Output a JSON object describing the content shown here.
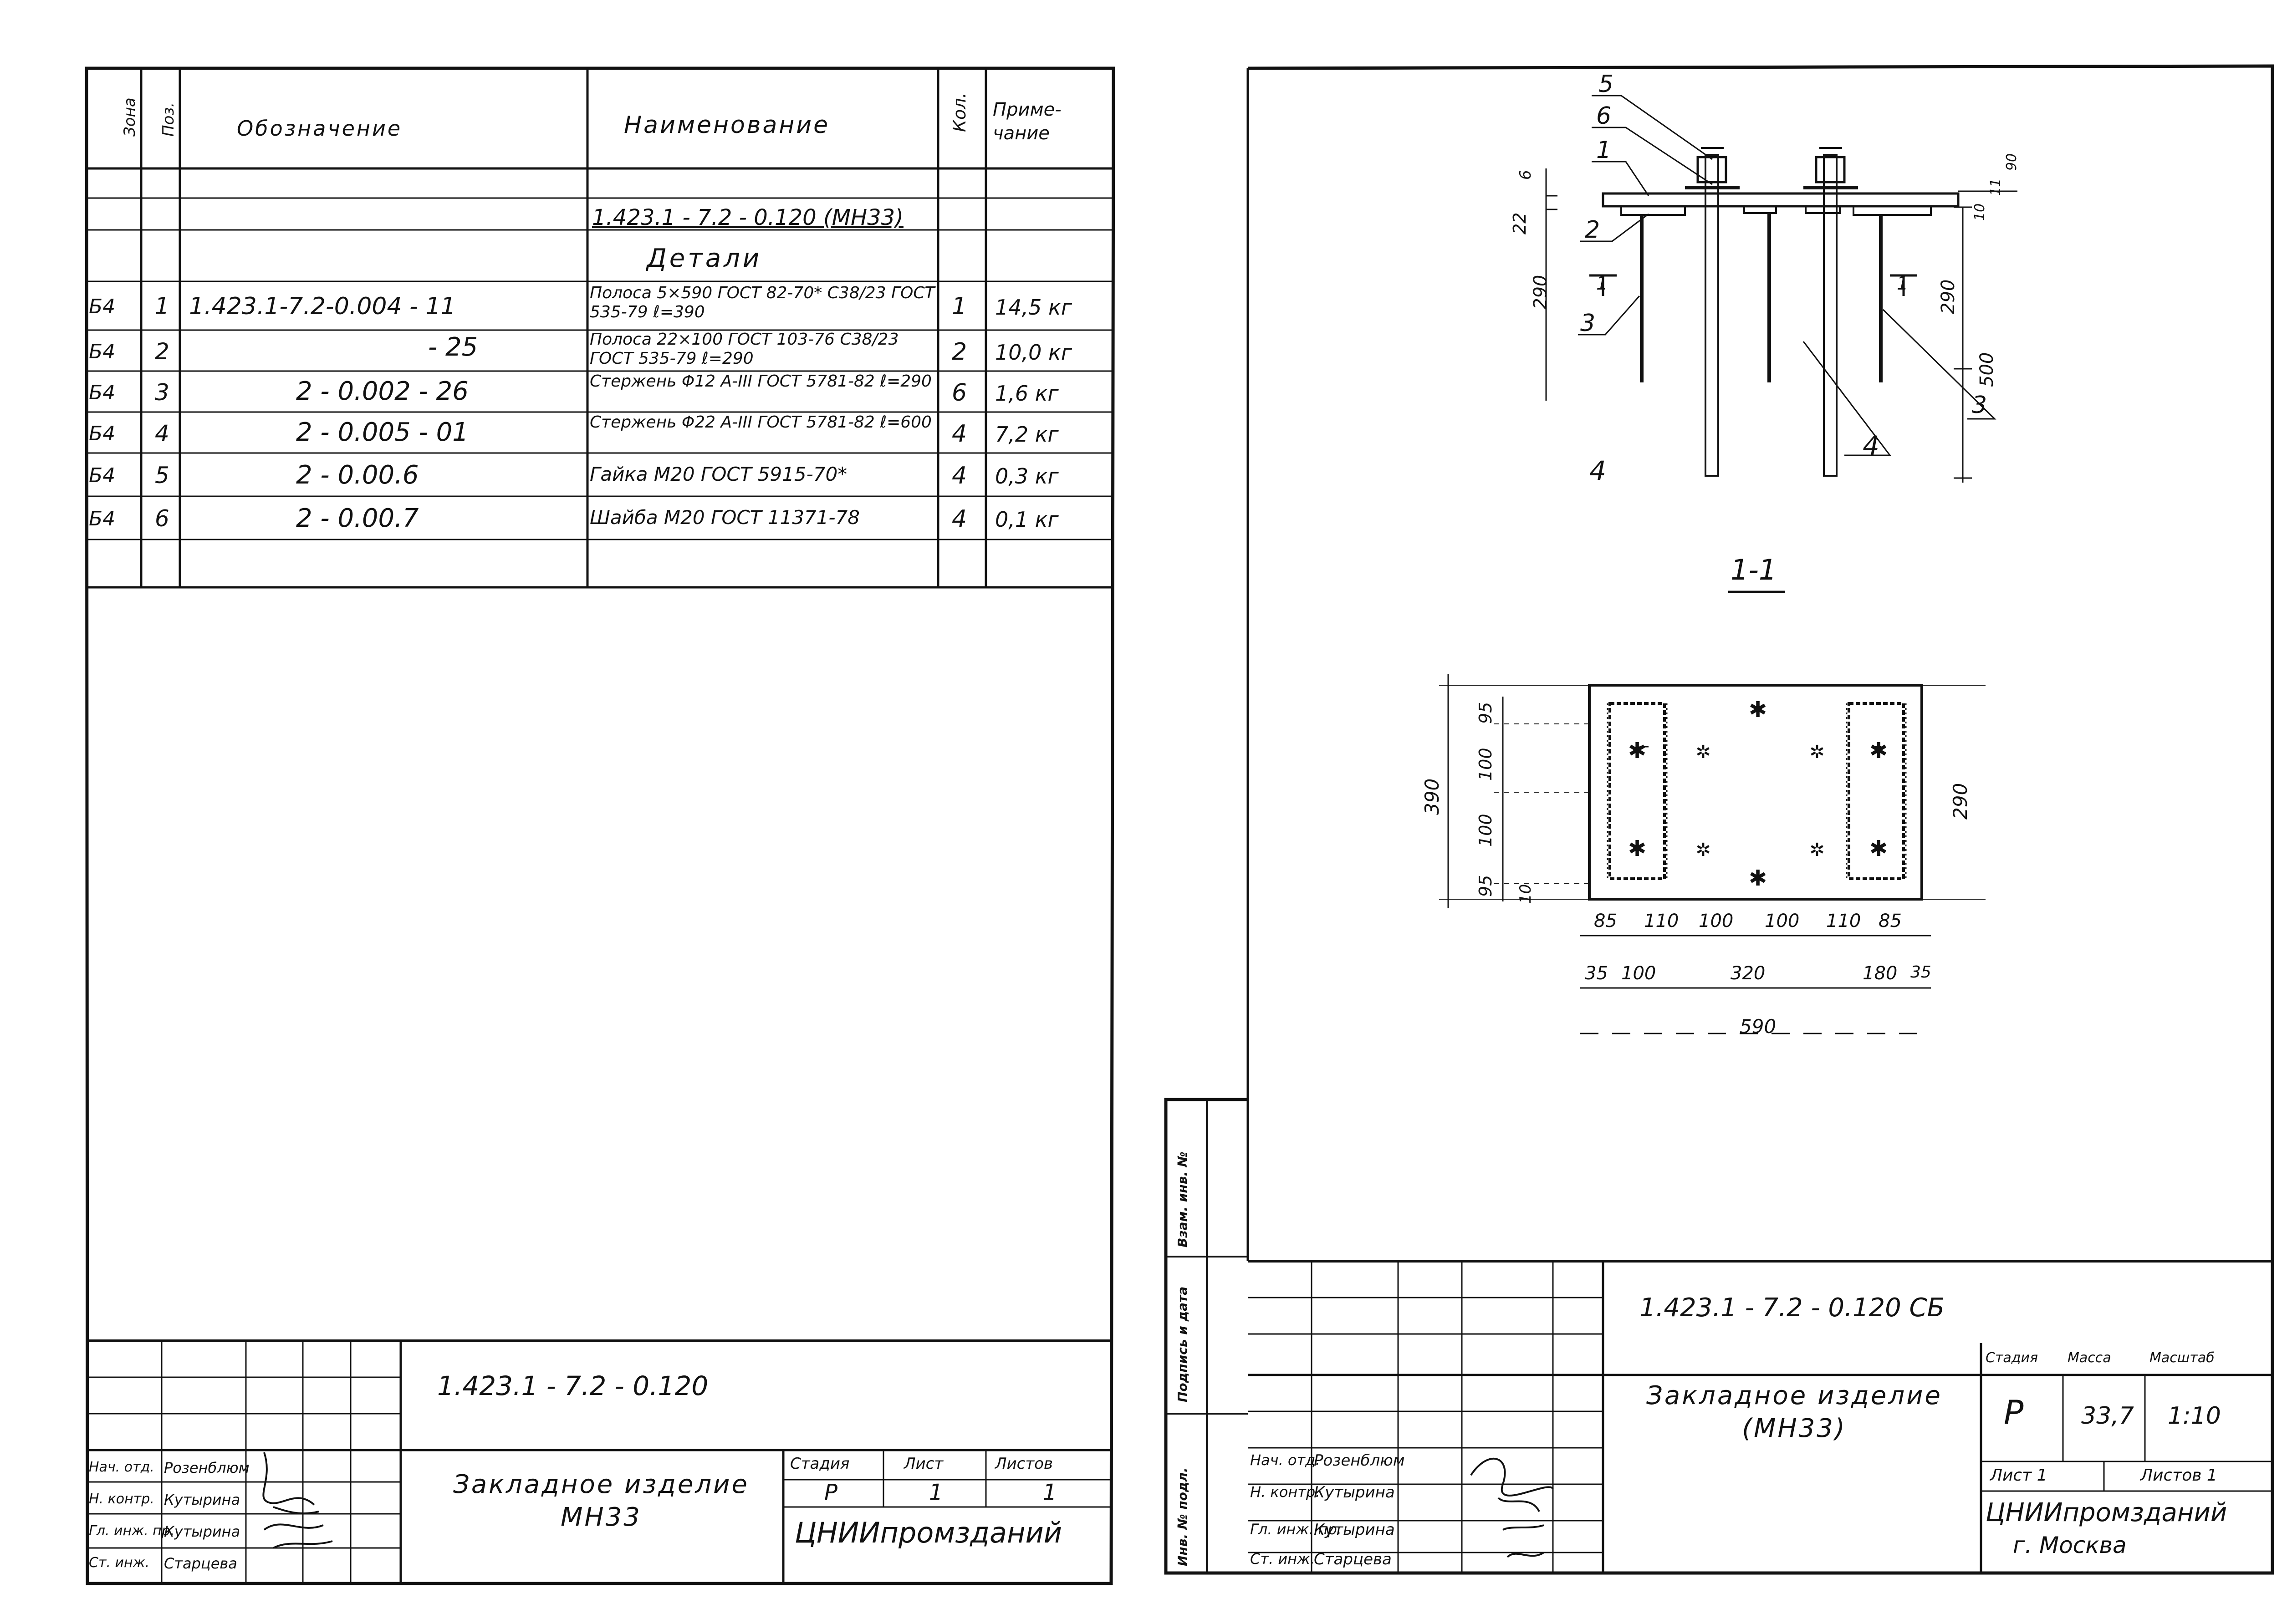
{
  "left_sheet": {
    "spec_header": {
      "zone": "Зона",
      "pos": "Поз.",
      "designation": "Обозначение",
      "name": "Наименование",
      "qty": "Кол.",
      "note": "Приме-чание"
    },
    "assembly_ref": "1.423.1 - 7.2 - 0.120 (МН33)",
    "section_title": "Детали",
    "rows": [
      {
        "zone": "Б4",
        "pos": "1",
        "designation": "1.423.1-7.2-0.004 - 11",
        "name": "Полоса 5×590 ГОСТ 82-70* С38/23 ГОСТ 535-79 ℓ=390",
        "qty": "1",
        "note": "14,5 кг"
      },
      {
        "zone": "Б4",
        "pos": "2",
        "designation": "- 25",
        "name": "Полоса 22×100 ГОСТ 103-76 С38/23 ГОСТ 535-79 ℓ=290",
        "qty": "2",
        "note": "10,0 кг"
      },
      {
        "zone": "Б4",
        "pos": "3",
        "designation": "2 - 0.002 - 26",
        "name": "Стержень Φ12 А-III ГОСТ 5781-82 ℓ=290",
        "qty": "6",
        "note": "1,6 кг"
      },
      {
        "zone": "Б4",
        "pos": "4",
        "designation": "2 - 0.005 - 01",
        "name": "Стержень Φ22 А-III ГОСТ 5781-82 ℓ=600",
        "qty": "4",
        "note": "7,2 кг"
      },
      {
        "zone": "Б4",
        "pos": "5",
        "designation": "2 - 0.00.6",
        "name": "Гайка М20 ГОСТ 5915-70*",
        "qty": "4",
        "note": "0,3 кг"
      },
      {
        "zone": "Б4",
        "pos": "6",
        "designation": "2 - 0.00.7",
        "name": "Шайба М20 ГОСТ 11371-78",
        "qty": "4",
        "note": "0,1 кг"
      }
    ],
    "title_block": {
      "doc_number": "1.423.1 - 7.2 - 0.120",
      "title": "Закладное изделие МН33",
      "stage_label": "Стадия",
      "sheet_label": "Лист",
      "sheets_label": "Листов",
      "stage": "Р",
      "sheet": "1",
      "sheets": "1",
      "organization": "ЦНИИпромзданий",
      "signatures": [
        {
          "role": "Нач. отд.",
          "name": "Розенблюм"
        },
        {
          "role": "Н. контр.",
          "name": "Кутырина"
        },
        {
          "role": "Гл. инж. пр.",
          "name": "Кутырина"
        },
        {
          "role": "Ст. инж.",
          "name": "Старцева"
        }
      ]
    }
  },
  "right_sheet": {
    "elevation_labels": [
      "5",
      "6",
      "1",
      "2",
      "3",
      "4",
      "4",
      "3"
    ],
    "elevation_dims": [
      "22",
      "6",
      "290",
      "290",
      "500",
      "10",
      "11",
      "90"
    ],
    "section_mark": "1",
    "section_title": "1-1",
    "plan_dims_vertical": [
      "390",
      "95",
      "100",
      "95",
      "100",
      "10",
      "290"
    ],
    "plan_dims_row1": [
      "85",
      "110",
      "100",
      "100",
      "110",
      "85"
    ],
    "plan_dims_row2": [
      "35",
      "100",
      "320",
      "180",
      "35"
    ],
    "plan_overall": "590",
    "side_stamp": [
      "Инв. № подл.",
      "Подпись и дата",
      "Взам. инв. №"
    ],
    "title_block": {
      "doc_number": "1.423.1 - 7.2 - 0.120 СБ",
      "title": "Закладное изделие (МН33)",
      "stage_label": "Стадия",
      "mass_label": "Масса",
      "scale_label": "Масштаб",
      "stage": "Р",
      "mass": "33,7",
      "scale": "1:10",
      "sheet_text": "Лист 1",
      "sheets_text": "Листов 1",
      "organization": "ЦНИИпромзданий",
      "city": "г. Москва",
      "signatures": [
        {
          "role": "Нач. отд.",
          "name": "Розенблюм"
        },
        {
          "role": "Н. контр.",
          "name": "Кутырина"
        },
        {
          "role": "Гл. инж. пр.",
          "name": "Кутырина"
        },
        {
          "role": "Ст. инж.",
          "name": "Старцева"
        }
      ]
    }
  }
}
